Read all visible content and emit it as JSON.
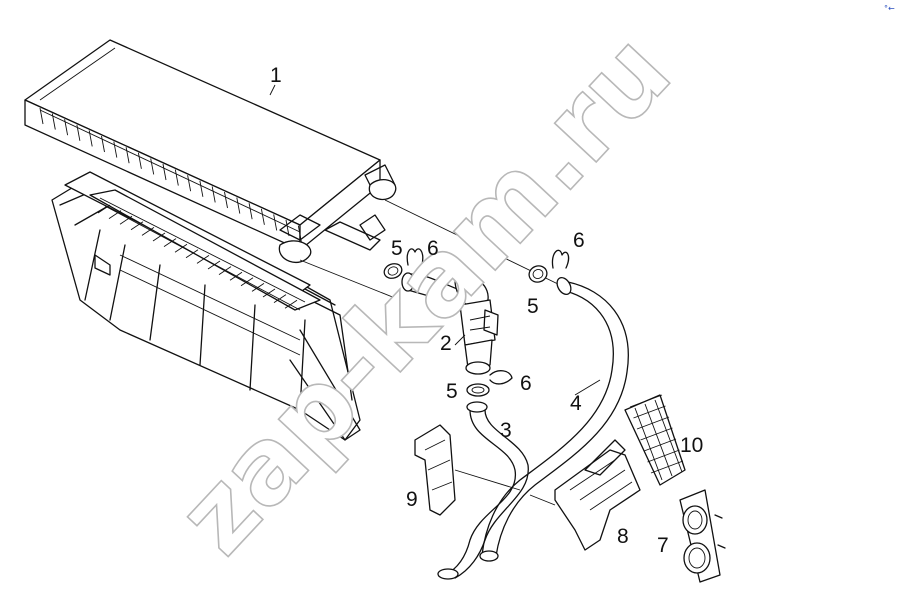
{
  "diagram": {
    "watermark": "zap-kam.ru",
    "corner_mark": "°←",
    "parts": {
      "p1": "1",
      "p2": "2",
      "p3": "3",
      "p4": "4",
      "p5a": "5",
      "p5b": "5",
      "p5c": "5",
      "p6a": "6",
      "p6b": "6",
      "p6c": "6",
      "p7": "7",
      "p8": "8",
      "p9": "9",
      "p10": "10"
    }
  }
}
